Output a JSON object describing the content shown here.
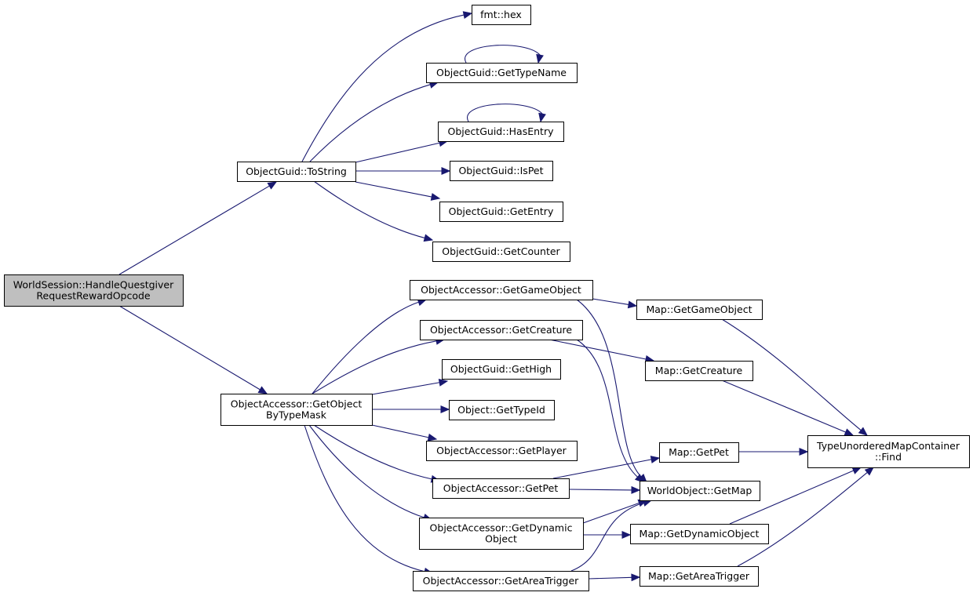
{
  "diagram": {
    "colors": {
      "edge": "#191970",
      "root_fill": "#bfbfbf",
      "node_fill": "#ffffff",
      "border": "#000000"
    },
    "nodes": [
      {
        "id": "root",
        "lines": [
          "WorldSession::HandleQuestgiver",
          "RequestRewardOpcode"
        ],
        "highlight": true
      },
      {
        "id": "tostring",
        "lines": [
          "ObjectGuid::ToString"
        ]
      },
      {
        "id": "fmthex",
        "lines": [
          "fmt::hex"
        ]
      },
      {
        "id": "gettypename",
        "lines": [
          "ObjectGuid::GetTypeName"
        ]
      },
      {
        "id": "hasentry",
        "lines": [
          "ObjectGuid::HasEntry"
        ]
      },
      {
        "id": "ispet",
        "lines": [
          "ObjectGuid::IsPet"
        ]
      },
      {
        "id": "getentry",
        "lines": [
          "ObjectGuid::GetEntry"
        ]
      },
      {
        "id": "getcounter",
        "lines": [
          "ObjectGuid::GetCounter"
        ]
      },
      {
        "id": "getobjbytypemask",
        "lines": [
          "ObjectAccessor::GetObject",
          "ByTypeMask"
        ]
      },
      {
        "id": "oa_getgameobject",
        "lines": [
          "ObjectAccessor::GetGameObject"
        ]
      },
      {
        "id": "oa_getcreature",
        "lines": [
          "ObjectAccessor::GetCreature"
        ]
      },
      {
        "id": "gethigh",
        "lines": [
          "ObjectGuid::GetHigh"
        ]
      },
      {
        "id": "gettypeid",
        "lines": [
          "Object::GetTypeId"
        ]
      },
      {
        "id": "oa_getplayer",
        "lines": [
          "ObjectAccessor::GetPlayer"
        ]
      },
      {
        "id": "oa_getpet",
        "lines": [
          "ObjectAccessor::GetPet"
        ]
      },
      {
        "id": "oa_getdynamic",
        "lines": [
          "ObjectAccessor::GetDynamic",
          "Object"
        ]
      },
      {
        "id": "oa_getareatrigger",
        "lines": [
          "ObjectAccessor::GetAreaTrigger"
        ]
      },
      {
        "id": "map_getgameobject",
        "lines": [
          "Map::GetGameObject"
        ]
      },
      {
        "id": "map_getcreature",
        "lines": [
          "Map::GetCreature"
        ]
      },
      {
        "id": "map_getpet",
        "lines": [
          "Map::GetPet"
        ]
      },
      {
        "id": "worldobject_getmap",
        "lines": [
          "WorldObject::GetMap"
        ]
      },
      {
        "id": "map_getdynamic",
        "lines": [
          "Map::GetDynamicObject"
        ]
      },
      {
        "id": "map_getareatrigger",
        "lines": [
          "Map::GetAreaTrigger"
        ]
      },
      {
        "id": "typeunordered_find",
        "lines": [
          "TypeUnorderedMapContainer",
          "::Find"
        ]
      }
    ],
    "edges": [
      [
        "root",
        "tostring"
      ],
      [
        "root",
        "getobjbytypemask"
      ],
      [
        "tostring",
        "fmthex"
      ],
      [
        "tostring",
        "gettypename"
      ],
      [
        "tostring",
        "hasentry"
      ],
      [
        "tostring",
        "ispet"
      ],
      [
        "tostring",
        "getentry"
      ],
      [
        "tostring",
        "getcounter"
      ],
      [
        "gettypename",
        "gettypename"
      ],
      [
        "hasentry",
        "hasentry"
      ],
      [
        "getobjbytypemask",
        "oa_getgameobject"
      ],
      [
        "getobjbytypemask",
        "oa_getcreature"
      ],
      [
        "getobjbytypemask",
        "gethigh"
      ],
      [
        "getobjbytypemask",
        "gettypeid"
      ],
      [
        "getobjbytypemask",
        "oa_getplayer"
      ],
      [
        "getobjbytypemask",
        "oa_getpet"
      ],
      [
        "getobjbytypemask",
        "oa_getdynamic"
      ],
      [
        "getobjbytypemask",
        "oa_getareatrigger"
      ],
      [
        "oa_getgameobject",
        "map_getgameobject"
      ],
      [
        "oa_getgameobject",
        "worldobject_getmap"
      ],
      [
        "oa_getcreature",
        "map_getcreature"
      ],
      [
        "oa_getcreature",
        "worldobject_getmap"
      ],
      [
        "oa_getpet",
        "map_getpet"
      ],
      [
        "oa_getpet",
        "worldobject_getmap"
      ],
      [
        "oa_getdynamic",
        "worldobject_getmap"
      ],
      [
        "oa_getdynamic",
        "map_getdynamic"
      ],
      [
        "oa_getareatrigger",
        "worldobject_getmap"
      ],
      [
        "oa_getareatrigger",
        "map_getareatrigger"
      ],
      [
        "map_getgameobject",
        "typeunordered_find"
      ],
      [
        "map_getcreature",
        "typeunordered_find"
      ],
      [
        "map_getpet",
        "typeunordered_find"
      ],
      [
        "map_getdynamic",
        "typeunordered_find"
      ],
      [
        "map_getareatrigger",
        "typeunordered_find"
      ]
    ]
  }
}
